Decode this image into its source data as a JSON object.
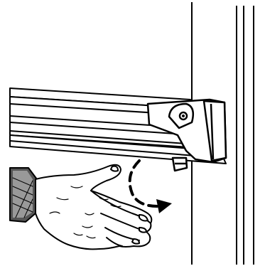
{
  "illustration": {
    "subject": "hand-pushing-shelf-bracket",
    "line_color": "#000000",
    "background_color": "#ffffff",
    "arrow_direction": "down-and-right",
    "arrow_style": "dashed-curved"
  }
}
